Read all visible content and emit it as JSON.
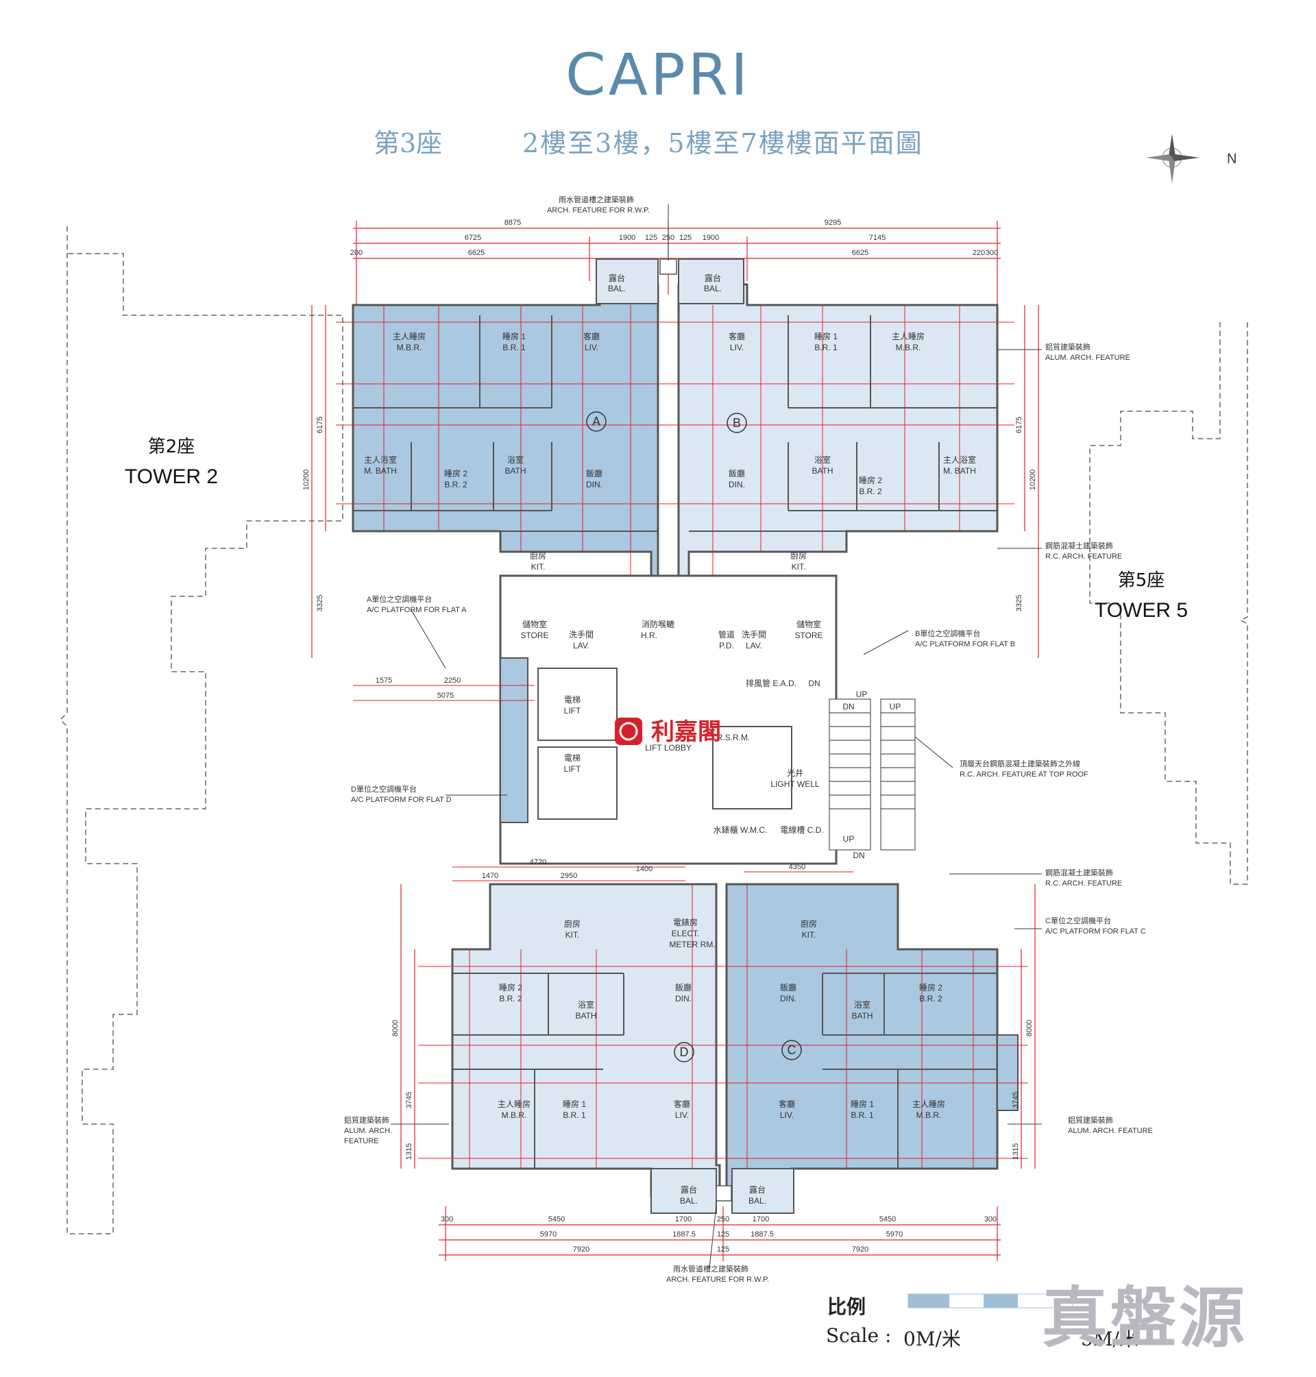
{
  "header": {
    "title": "CAPRI",
    "tower": "第3座",
    "floors": "2樓至3樓，5樓至7樓樓面平面圖"
  },
  "compass": {
    "label": "N"
  },
  "neighbors": {
    "left_cn": "第2座",
    "left_en": "TOWER 2",
    "right_cn": "第5座",
    "right_en": "TOWER 5"
  },
  "units": {
    "a": "A",
    "b": "B",
    "c": "C",
    "d": "D"
  },
  "rooms": {
    "mbr_cn": "主人睡房",
    "mbr_en": "M.B.R.",
    "br1_cn": "睡房 1",
    "br1_en": "B.R. 1",
    "br2_cn": "睡房 2",
    "br2_en": "B.R. 2",
    "liv_cn": "客廳",
    "liv_en": "LIV.",
    "din_cn": "飯廳",
    "din_en": "DIN.",
    "kit_cn": "廚房",
    "kit_en": "KIT.",
    "bath_cn": "浴室",
    "bath_en": "BATH",
    "mbath_cn": "主人浴室",
    "mbath_en": "M. BATH",
    "bal_cn": "露台",
    "bal_en": "BAL.",
    "store_cn": "儲物室",
    "store_en": "STORE",
    "lav_cn": "洗手間",
    "lav_en": "LAV.",
    "lift_cn": "電梯",
    "lift_en": "LIFT",
    "lift_lobby": "LIFT LOBBY",
    "hr_cn": "消防喉轆",
    "hr_en": "H.R.",
    "pd_cn": "管道",
    "pd_en": "P.D.",
    "ead": "排風管 E.A.D.",
    "rsrm": "R.S.R.M.",
    "lightwell_cn": "光井",
    "lightwell_en": "LIGHT WELL",
    "wmc": "水錶櫃 W.M.C.",
    "cd": "電線槽 C.D.",
    "elect_cn": "電錶房",
    "elect_en1": "ELECT.",
    "elect_en2": "METER RM.",
    "up": "UP",
    "dn": "DN"
  },
  "annotations": {
    "rwp_top_cn": "雨水管道槽之建築裝飾",
    "rwp_top_en": "ARCH. FEATURE FOR R.W.P.",
    "rwp_bottom_cn": "雨水管道槽之建築裝飾",
    "rwp_bottom_en": "ARCH. FEATURE FOR R.W.P.",
    "alum_right_top_cn": "鋁質建築裝飾",
    "alum_right_top_en": "ALUM. ARCH. FEATURE",
    "rc_right_top_cn": "鋼筋混凝土建築裝飾",
    "rc_right_top_en": "R.C. ARCH. FEATURE",
    "ac_a_cn": "A單位之空調機平台",
    "ac_a_en": "A/C PLATFORM FOR FLAT A",
    "ac_b_cn": "B單位之空調機平台",
    "ac_b_en": "A/C PLATFORM FOR FLAT B",
    "roof_cn": "頂層天台鋼筋混凝土建築裝飾之外線",
    "roof_en": "R.C. ARCH. FEATURE AT TOP ROOF",
    "ac_d_cn": "D單位之空調機平台",
    "ac_d_en": "A/C PLATFORM FOR FLAT D",
    "rc_right_mid_cn": "鋼筋混凝土建築裝飾",
    "rc_right_mid_en": "R.C. ARCH. FEATURE",
    "ac_c_cn": "C單位之空調機平台",
    "ac_c_en": "A/C PLATFORM FOR FLAT C",
    "alum_left_cn": "鋁質建築裝飾",
    "alum_left_en1": "ALUM. ARCH.",
    "alum_left_en2": "FEATURE",
    "alum_right_bottom_cn": "鋁質建築裝飾",
    "alum_right_bottom_en": "ALUM. ARCH. FEATURE"
  },
  "dimensions": {
    "top_row1": [
      "8875",
      "9295"
    ],
    "top_row2": [
      "6725",
      "1900",
      "125",
      "250",
      "125",
      "1900",
      "7145"
    ],
    "top_row3": [
      "200",
      "6625",
      "6625",
      "220",
      "300"
    ],
    "bottom_row1": [
      "300",
      "5450",
      "1700",
      "250",
      "1700",
      "5450",
      "300"
    ],
    "bottom_row2": [
      "5970",
      "1887.5",
      "125",
      "1887.5",
      "5970"
    ],
    "bottom_row3": [
      "7920",
      "125",
      "7920"
    ],
    "left_side": [
      "6175",
      "10200",
      "3325"
    ],
    "right_side": [
      "6175",
      "10200",
      "3325"
    ],
    "lower_left_side": [
      "8000",
      "3745",
      "1315"
    ],
    "lower_right_side": [
      "8000",
      "3745",
      "1315"
    ],
    "core": [
      "1575",
      "2250",
      "5075",
      "4720",
      "1470",
      "2950",
      "1400",
      "4350"
    ]
  },
  "legend": {
    "scale_cn": "比例",
    "scale_en": "Scale :",
    "scale_zero": "0M/米",
    "scale_five": "5M/米"
  },
  "watermark": {
    "brand": "真盤源",
    "agency": "利嘉閣"
  },
  "colors": {
    "title": "#5b8aab",
    "unit_dark": "#aac8e0",
    "unit_light": "#dbe8f3",
    "dimension": "#e0202a",
    "wall": "#555555"
  }
}
